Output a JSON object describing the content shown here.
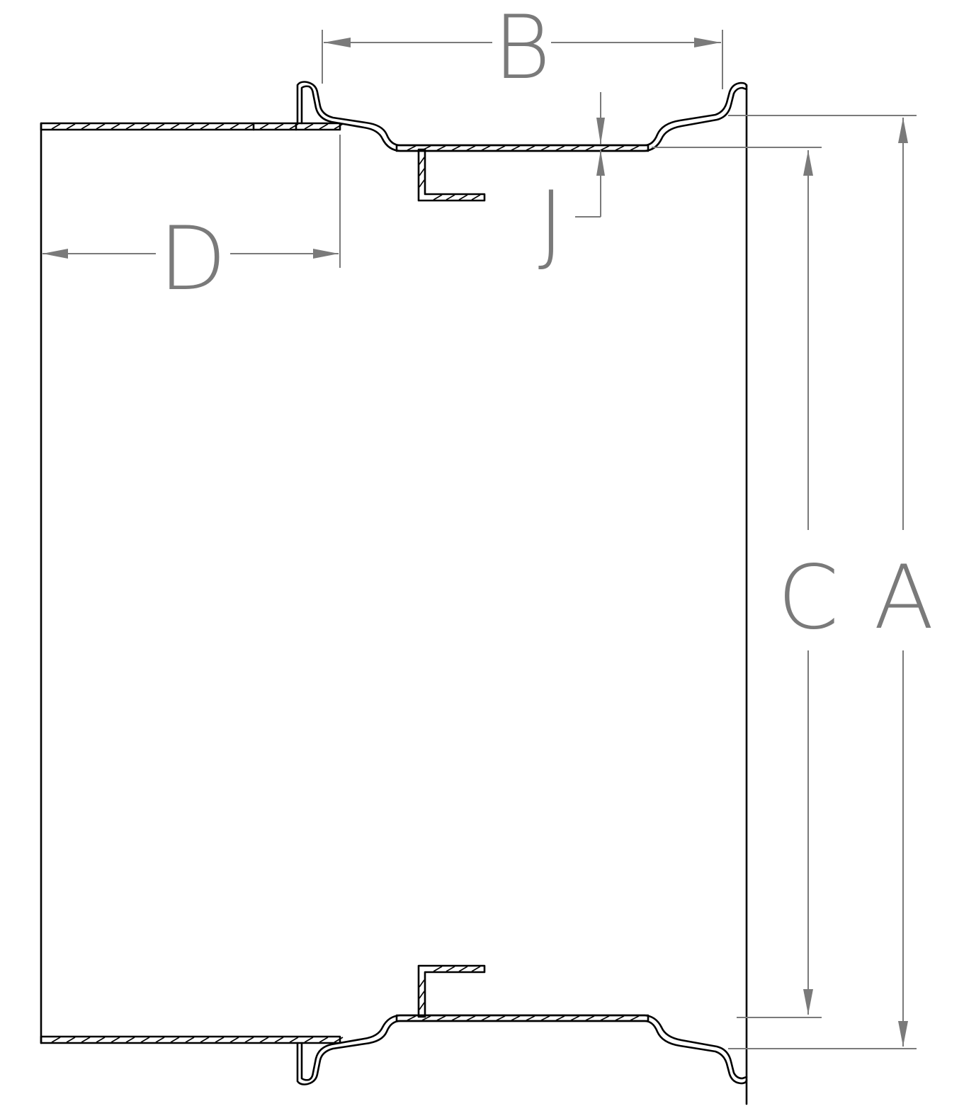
{
  "drawing": {
    "type": "wheel rim cross-section dimension drawing",
    "line_color": "#000000",
    "dimension_color": "#7a7a7a",
    "background": "#ffffff"
  },
  "dimensions": {
    "a": "A",
    "b": "B",
    "c": "C",
    "d": "D",
    "j": "J"
  }
}
